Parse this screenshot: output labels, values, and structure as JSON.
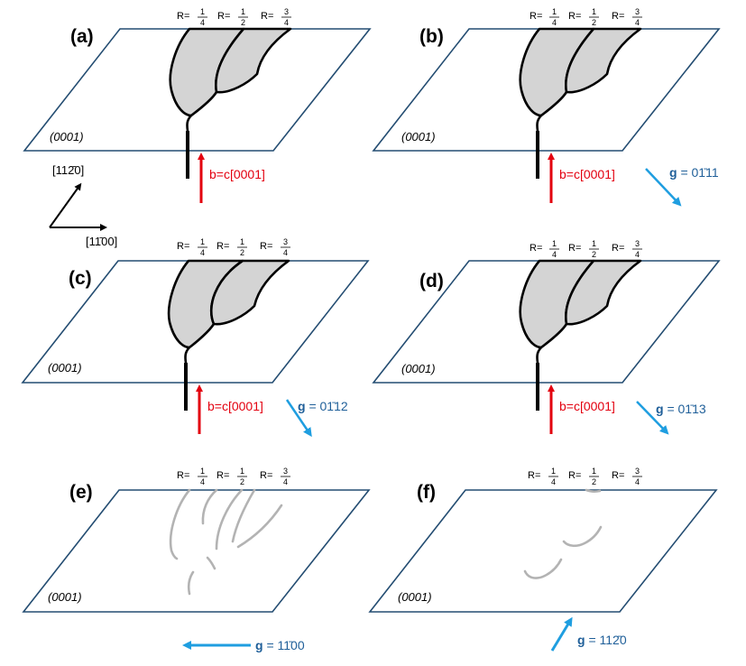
{
  "panels": [
    {
      "id": "a",
      "label": "(a)",
      "plane_label": "(0001)",
      "burgers": "b=c[0001]",
      "g_prefix": "",
      "g_value": "",
      "contrast": "full"
    },
    {
      "id": "b",
      "label": "(b)",
      "plane_label": "(0001)",
      "burgers": "b=c[0001]",
      "g_prefix": "g",
      "g_value": "= 01̄11",
      "contrast": "full"
    },
    {
      "id": "c",
      "label": "(c)",
      "plane_label": "(0001)",
      "burgers": "b=c[0001]",
      "g_prefix": "g",
      "g_value": "= 01̄12",
      "contrast": "full"
    },
    {
      "id": "d",
      "label": "(d)",
      "plane_label": "(0001)",
      "burgers": "b=c[0001]",
      "g_prefix": "g",
      "g_value": "= 01̄13",
      "contrast": "full"
    },
    {
      "id": "e",
      "label": "(e)",
      "plane_label": "(0001)",
      "burgers": "",
      "g_prefix": "g",
      "g_value": "= 11̄00",
      "contrast": "weak"
    },
    {
      "id": "f",
      "label": "(f)",
      "plane_label": "(0001)",
      "burgers": "",
      "g_prefix": "g",
      "g_value": "= 112̄0",
      "contrast": "residual"
    }
  ],
  "r_labels": [
    {
      "prefix": "R=",
      "num": "1",
      "den": "4"
    },
    {
      "prefix": "R=",
      "num": "1",
      "den": "2"
    },
    {
      "prefix": "R=",
      "num": "3",
      "den": "4"
    }
  ],
  "axes": {
    "up": "[112̄0]",
    "right": "[11̄00]"
  },
  "colors": {
    "plane": "#244d72",
    "fault": "#d4d4d4",
    "burgers": "#e3000f",
    "g_arrow": "#1f9ee0",
    "g_text": "#1f5f99",
    "faint": "#b3b3b3"
  }
}
